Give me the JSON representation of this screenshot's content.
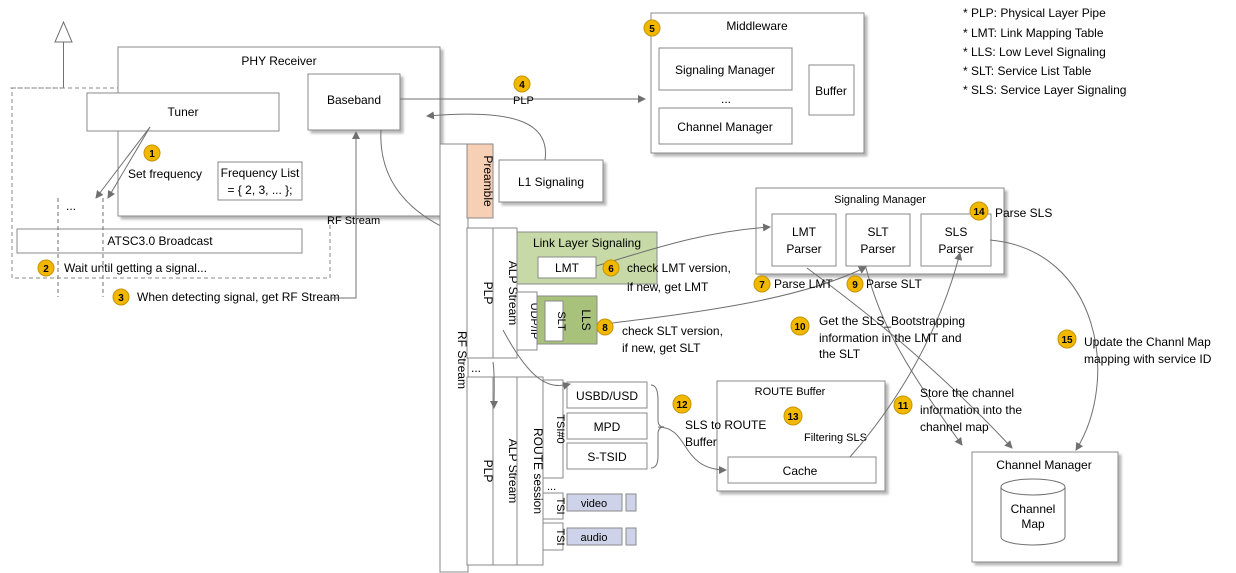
{
  "legend": [
    "* PLP: Physical Layer Pipe",
    "* LMT: Link Mapping Table",
    "* LLS: Low Level Signaling",
    "* SLT: Service List Table",
    "* SLS: Service Layer Signaling"
  ],
  "phy_receiver": {
    "title": "PHY Receiver",
    "tuner": "Tuner",
    "baseband": "Baseband",
    "set_frequency": "Set frequency",
    "frequency_list_1": "Frequency List",
    "frequency_list_2": "= { 2, 3, ... };",
    "ellipsis": "...",
    "broadcast": "ATSC3.0 Broadcast",
    "wait": "Wait until getting a signal...",
    "detect": "When detecting signal, get RF Stream",
    "rf_stream": "RF Stream"
  },
  "plp_link": "PLP",
  "middleware": {
    "title": "Middleware",
    "signaling_manager": "Signaling Manager",
    "dots": "...",
    "channel_manager": "Channel Manager",
    "buffer": "Buffer"
  },
  "stream": {
    "rf_stream": "RF Stream",
    "preamble": "Preamble",
    "l1_signaling": "L1 Signaling",
    "plp1": "PLP",
    "alp_stream1": "ALP Stream",
    "link_layer_signaling": "Link Layer Signaling",
    "lmt": "LMT",
    "udp_ip": "UDP/IP",
    "slt": "SLT",
    "lls": "LLS",
    "dots": "...",
    "plp2": "PLP",
    "alp_stream2": "ALP Stream",
    "route_session": "ROUTE session",
    "tsi0": "TSI#0",
    "tsi_dots": "...",
    "tsi1": "TSI",
    "tsi2": "TSI",
    "usbd": "USBD/USD",
    "mpd": "MPD",
    "stsid": "S-TSID",
    "video": "video",
    "audio": "audio"
  },
  "signaling_manager": {
    "title": "Signaling Manager",
    "lmt_parser_1": "LMT",
    "lmt_parser_2": "Parser",
    "slt_parser_1": "SLT",
    "slt_parser_2": "Parser",
    "sls_parser_1": "SLS",
    "sls_parser_2": "Parser"
  },
  "route_buffer": {
    "title": "ROUTE Buffer",
    "filtering": "Filtering SLS",
    "cache": "Cache"
  },
  "channel_manager": {
    "title": "Channel Manager",
    "map_1": "Channel",
    "map_2": "Map"
  },
  "steps": {
    "s1": "1",
    "s2": "2",
    "s3": "3",
    "s4": "4",
    "s5": "5",
    "s6": "6",
    "s7": "7",
    "s8": "8",
    "s9": "9",
    "s10": "10",
    "s11": "11",
    "s12": "12",
    "s13": "13",
    "s14": "14",
    "s15": "15"
  },
  "notes": {
    "n6_1": "check LMT version,",
    "n6_2": "if new, get LMT",
    "n7": "Parse LMT",
    "n8_1": "check SLT version,",
    "n8_2": "if new, get SLT",
    "n9": "Parse SLT",
    "n10_1": "Get the SLS_Bootstrapping",
    "n10_2": "information in the LMT and",
    "n10_3": "the SLT",
    "n11_1": "Store the channel",
    "n11_2": "information into the",
    "n11_3": "channel map",
    "n12_1": "SLS to ROUTE",
    "n12_2": "Buffer",
    "n14": "Parse SLS",
    "n15_1": "Update the Channl Map",
    "n15_2": "mapping with service ID"
  },
  "colors": {
    "badge": "#f2b800",
    "link_layer_green": "#c7d9a6",
    "lls_green": "#a8c17b",
    "preamble_orange": "#f6cfb5",
    "media_blue": "#cfd3ea"
  }
}
